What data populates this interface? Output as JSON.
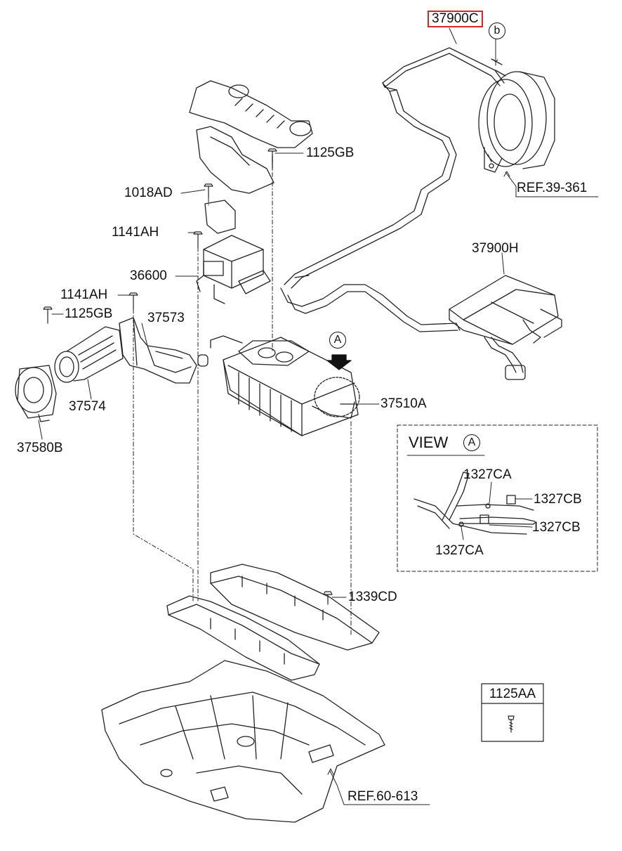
{
  "parts": {
    "p37900C": "37900C",
    "p37900H": "37900H",
    "p1125GB_top": "1125GB",
    "p1018AD": "1018AD",
    "p1141AH_top": "1141AH",
    "p36600": "36600",
    "p1141AH_left": "1141AH",
    "p1125GB_left": "1125GB",
    "p37573": "37573",
    "p37574": "37574",
    "p37580B": "37580B",
    "p37510A": "37510A",
    "p1339CD": "1339CD"
  },
  "refs": {
    "ref_39_361": "REF.39-361",
    "ref_60_613": "REF.60-613"
  },
  "callouts": {
    "a": "A",
    "b": "b"
  },
  "view_a": {
    "title": "VIEW",
    "marker": "A",
    "p1327CA_top": "1327CA",
    "p1327CB_top": "1327CB",
    "p1327CB_bottom": "1327CB",
    "p1327CA_bottom": "1327CA"
  },
  "legend_box": {
    "part": "1125AA"
  },
  "highlight_color": "#d4292a"
}
